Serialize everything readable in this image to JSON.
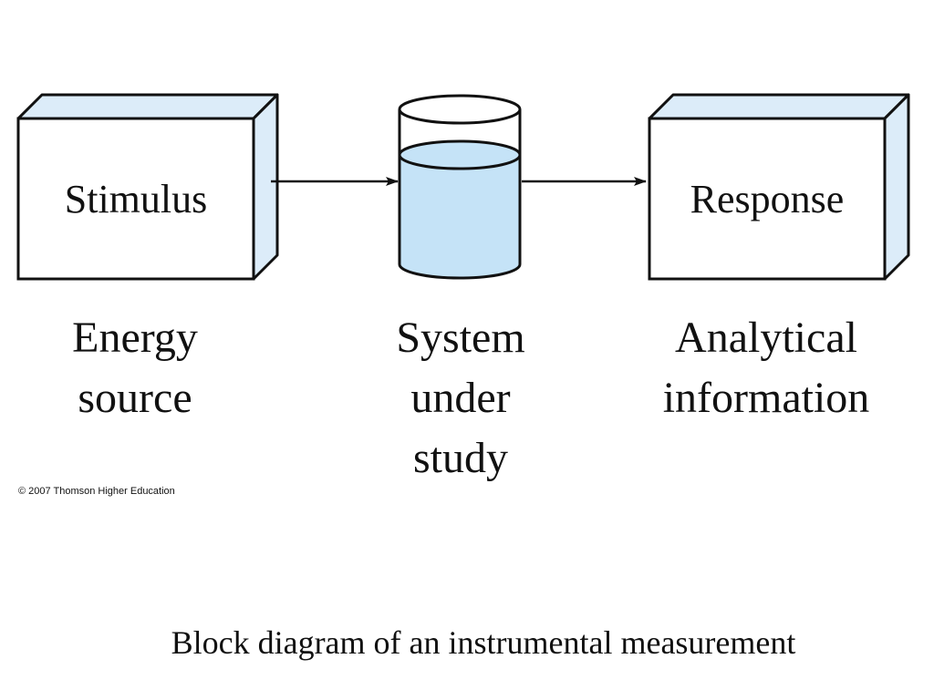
{
  "diagram": {
    "stimulus_label": "Stimulus",
    "response_label": "Response",
    "energy_source": [
      "Energy",
      "source"
    ],
    "system_under_study": [
      "System",
      "under",
      "study"
    ],
    "analytical_information": [
      "Analytical",
      "information"
    ]
  },
  "copyright": "© 2007 Thomson Higher Education",
  "caption": "Block diagram of an instrumental measurement",
  "colors": {
    "box_face": "#ffffff",
    "box_side": "#dcecf9",
    "liquid": "#c5e3f7",
    "stroke": "#111111"
  }
}
